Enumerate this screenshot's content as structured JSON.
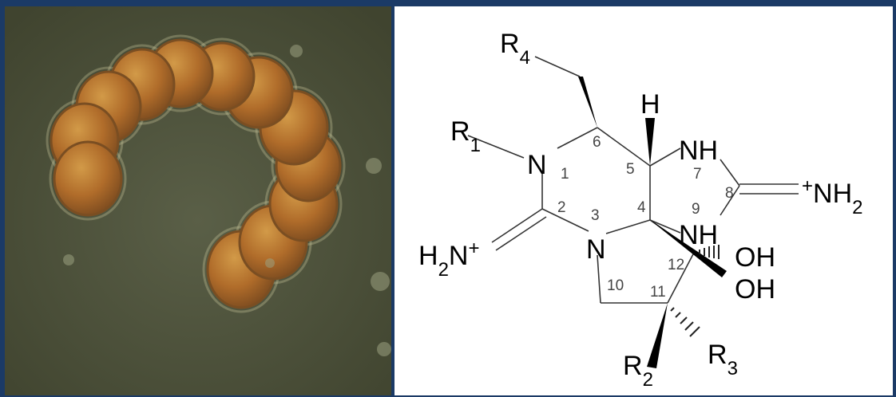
{
  "colors": {
    "frame": "#1b3a66",
    "micrograph_background": "#4f543e",
    "cell_fill": "#b36f2c",
    "cell_edge": "#7a4e22",
    "structure_background": "#ffffff"
  },
  "structure": {
    "atoms": {
      "N1": "N",
      "N3": "N",
      "N7": "NH",
      "N9": "NH",
      "H5": "H",
      "exo_left": "H2N+",
      "exo_right": "+NH2",
      "OH_a": "OH",
      "OH_b": "OH"
    },
    "substituents": {
      "R1": "R1",
      "R2": "R2",
      "R3": "R3",
      "R4": "R4"
    },
    "numbers": [
      "1",
      "2",
      "3",
      "4",
      "5",
      "6",
      "7",
      "8",
      "9",
      "10",
      "11",
      "12"
    ]
  }
}
